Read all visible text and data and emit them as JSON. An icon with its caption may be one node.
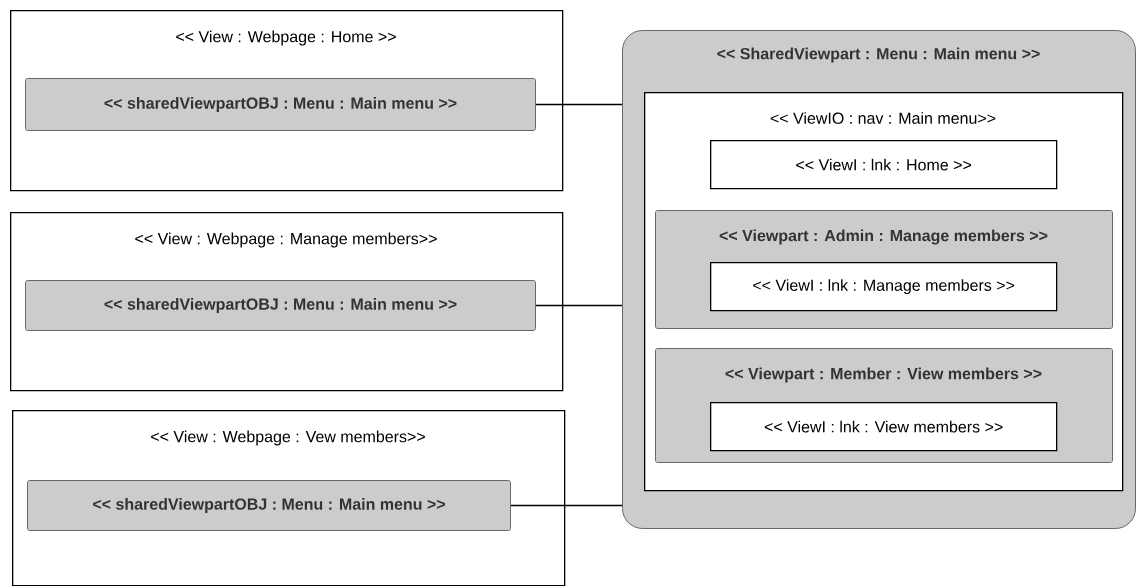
{
  "diagram": {
    "nodes": [
      {
        "text": [
          "<< View : Webpage : Home >>"
        ]
      },
      {
        "text": [
          "<< sharedViewpartOBJ : Menu : Main menu >>"
        ],
        "in": 0
      },
      {
        "text": [
          "<< View : Webpage : Manage members>>"
        ]
      },
      {
        "text": [
          "<< sharedViewpartOBJ : Menu : Main menu >>"
        ],
        "in": 2
      },
      {
        "text": [
          "<< View : Webpage : Vew members>>"
        ]
      },
      {
        "text": [
          "<< sharedViewpartOBJ : Menu : Main menu >>"
        ],
        "in": 4
      },
      {
        "text": [
          "<< SharedViewpart : Menu : Main menu >>"
        ]
      },
      {
        "text": [
          "<< ViewIO : nav : Main menu>>"
        ],
        "in": 6
      },
      {
        "text": [
          "<< ViewI : lnk : Home >>"
        ],
        "in": 7
      },
      {
        "text": [
          "<< Viewpart : Admin : Manage members >>"
        ],
        "in": 7
      },
      {
        "text": [
          "<< ViewI : lnk : Manage members >>"
        ],
        "in": 9
      },
      {
        "text": [
          "<< Viewpart : Member : View members >>"
        ],
        "in": 7
      },
      {
        "text": [
          "<< ViewI : lnk : View members >>"
        ],
        "in": 11
      }
    ],
    "edges": [
      {
        "from": 1,
        "to": 6,
        "arrow": "none"
      },
      {
        "from": 3,
        "to": 6,
        "arrow": "none"
      },
      {
        "from": 5,
        "to": 6,
        "arrow": "none"
      }
    ]
  }
}
